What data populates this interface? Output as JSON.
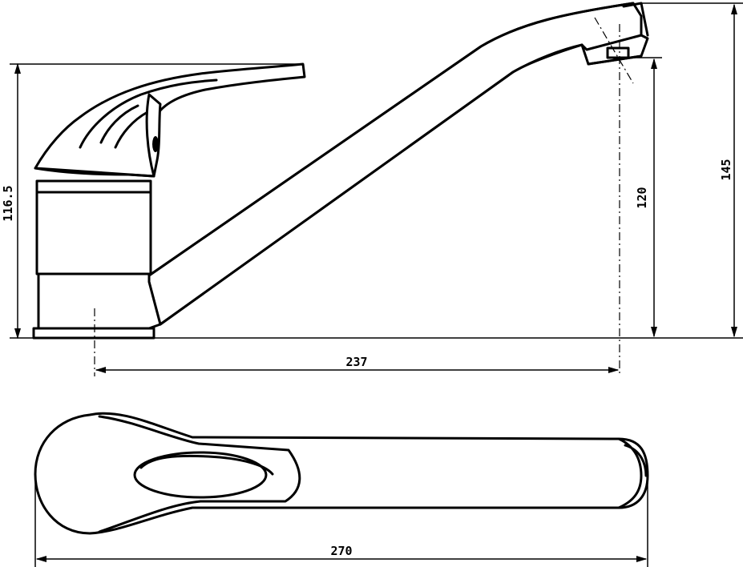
{
  "drawing": {
    "dimensions": {
      "total_height": "145",
      "spout_height": "120",
      "body_height": "116.5",
      "spout_reach": "237",
      "total_length": "270"
    },
    "line_color": "#000000",
    "background": "#ffffff"
  }
}
